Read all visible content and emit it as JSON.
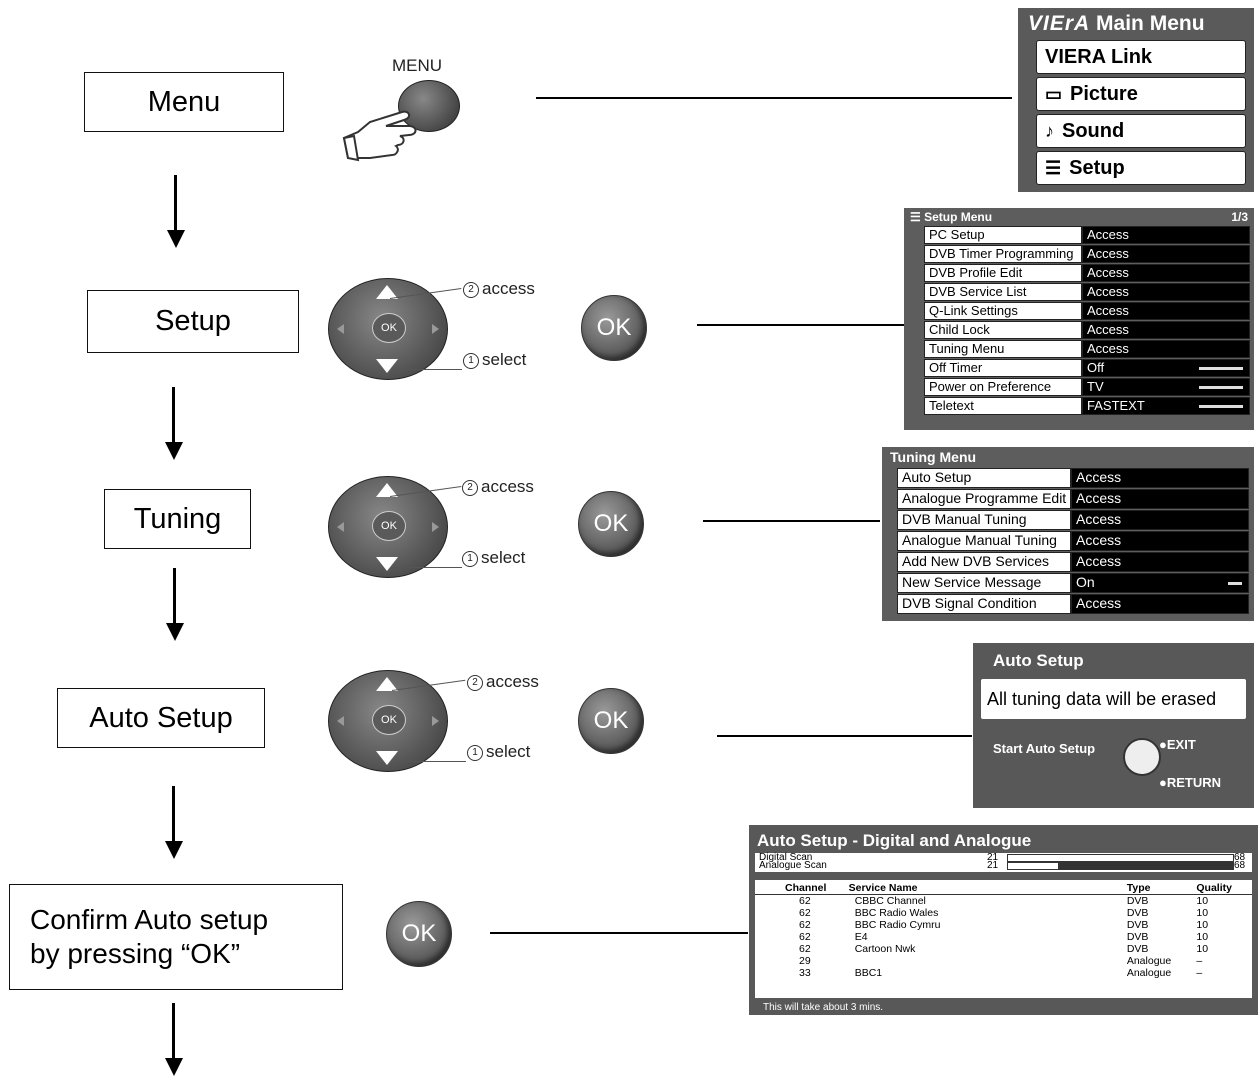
{
  "steps": {
    "menu": "Menu",
    "setup": "Setup",
    "tuning": "Tuning",
    "auto_setup": "Auto Setup",
    "confirm_line1": "Confirm Auto setup",
    "confirm_line2": "by pressing  “OK”"
  },
  "remote": {
    "menu_label": "MENU",
    "ok_label": "OK",
    "dpad_center": "OK",
    "access_num": "2",
    "access_label": "access",
    "select_num": "1",
    "select_label": "select"
  },
  "main_menu": {
    "brand": "VIErA",
    "title": "Main Menu",
    "items": [
      {
        "icon": "",
        "label": "VIERA Link"
      },
      {
        "icon": "▭",
        "label": "Picture"
      },
      {
        "icon": "♪",
        "label": "Sound"
      },
      {
        "icon": "☰",
        "label": "Setup"
      }
    ]
  },
  "setup_menu": {
    "title": "Setup Menu",
    "page": "1/3",
    "rows": [
      {
        "k": "PC Setup",
        "v": "Access"
      },
      {
        "k": "DVB Timer Programming",
        "v": "Access"
      },
      {
        "k": "DVB Profile Edit",
        "v": "Access"
      },
      {
        "k": "DVB Service List",
        "v": "Access"
      },
      {
        "k": "Q-Link Settings",
        "v": "Access"
      },
      {
        "k": "Child Lock",
        "v": "Access"
      },
      {
        "k": "Tuning Menu",
        "v": "Access"
      },
      {
        "k": "Off Timer",
        "v": "Off"
      },
      {
        "k": "Power on Preference",
        "v": "TV"
      },
      {
        "k": "Teletext",
        "v": "FASTEXT"
      }
    ]
  },
  "tuning_menu": {
    "title": "Tuning Menu",
    "rows": [
      {
        "k": "Auto Setup",
        "v": "Access"
      },
      {
        "k": "Analogue Programme Edit",
        "v": "Access"
      },
      {
        "k": "DVB Manual Tuning",
        "v": "Access"
      },
      {
        "k": "Analogue Manual Tuning",
        "v": "Access"
      },
      {
        "k": "Add New DVB Services",
        "v": "Access"
      },
      {
        "k": "New Service Message",
        "v": "On"
      },
      {
        "k": "DVB Signal Condition",
        "v": "Access"
      }
    ]
  },
  "auto_setup_dialog": {
    "title": "Auto Setup",
    "message": "All tuning data will be erased",
    "start": "Start Auto Setup",
    "exit": "EXIT",
    "return": "RETURN"
  },
  "scan_panel": {
    "title": "Auto Setup - Digital and Analogue",
    "digital_label": "Digital Scan",
    "digital_start": "21",
    "digital_end": "68",
    "digital_progress": 1.0,
    "analogue_label": "Analogue Scan",
    "analogue_start": "21",
    "analogue_end": "68",
    "analogue_progress": 0.22,
    "headers": [
      "Channel",
      "Service Name",
      "Type",
      "Quality"
    ],
    "rows": [
      [
        "62",
        "CBBC Channel",
        "DVB",
        "10"
      ],
      [
        "62",
        "BBC Radio Wales",
        "DVB",
        "10"
      ],
      [
        "62",
        "BBC Radio Cymru",
        "DVB",
        "10"
      ],
      [
        "62",
        "E4",
        "DVB",
        "10"
      ],
      [
        "62",
        "Cartoon Nwk",
        "DVB",
        "10"
      ],
      [
        "29",
        "",
        "Analogue",
        "–"
      ],
      [
        "33",
        "BBC1",
        "Analogue",
        "–"
      ]
    ],
    "footer": "This will take about 3 mins."
  }
}
